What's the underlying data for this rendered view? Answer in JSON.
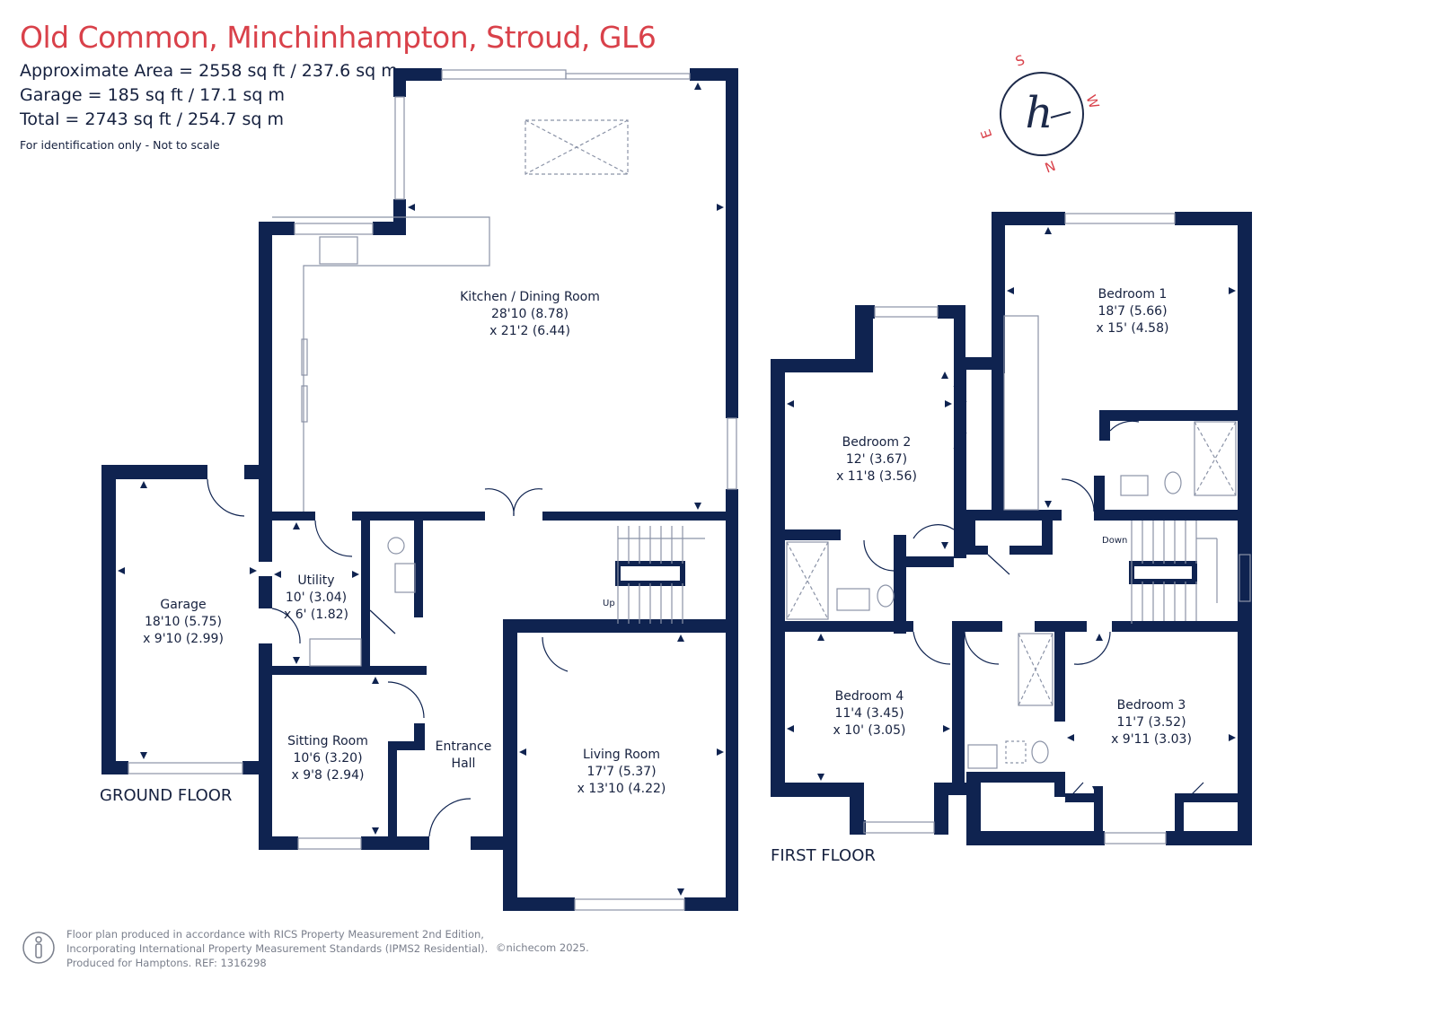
{
  "header": {
    "title": "Old Common, Minchinhampton, Stroud, GL6",
    "approx_area": "Approximate Area = 2558 sq ft / 237.6 sq m",
    "garage_area": "Garage = 185 sq ft / 17.1 sq m",
    "total_area": "Total = 2743 sq ft / 254.7 sq m",
    "note": "For identification only - Not to scale"
  },
  "compass": {
    "letters": {
      "s": "S",
      "w": "W",
      "n": "N",
      "e": "E"
    },
    "logo": "h"
  },
  "ground_floor": {
    "label": "GROUND FLOOR",
    "rooms": {
      "kitchen": {
        "name": "Kitchen / Dining Room",
        "dim1": "28'10 (8.78)",
        "dim2": "x 21'2 (6.44)"
      },
      "garage": {
        "name": "Garage",
        "dim1": "18'10 (5.75)",
        "dim2": "x 9'10 (2.99)"
      },
      "utility": {
        "name": "Utility",
        "dim1": "10' (3.04)",
        "dim2": "x 6' (1.82)"
      },
      "sitting": {
        "name": "Sitting Room",
        "dim1": "10'6 (3.20)",
        "dim2": "x 9'8 (2.94)"
      },
      "hall": {
        "name": "Entrance",
        "name2": "Hall"
      },
      "living": {
        "name": "Living Room",
        "dim1": "17'7 (5.37)",
        "dim2": "x 13'10 (4.22)"
      }
    },
    "stairs_label": "Up"
  },
  "first_floor": {
    "label": "FIRST FLOOR",
    "rooms": {
      "bed1": {
        "name": "Bedroom 1",
        "dim1": "18'7 (5.66)",
        "dim2": "x 15' (4.58)"
      },
      "bed2": {
        "name": "Bedroom 2",
        "dim1": "12' (3.67)",
        "dim2": "x 11'8 (3.56)"
      },
      "bed3": {
        "name": "Bedroom 3",
        "dim1": "11'7 (3.52)",
        "dim2": "x 9'11 (3.03)"
      },
      "bed4": {
        "name": "Bedroom 4",
        "dim1": "11'4 (3.45)",
        "dim2": "x 10' (3.05)"
      }
    },
    "stairs_label": "Down"
  },
  "footer": {
    "line1": "Floor plan produced in accordance with RICS Property Measurement 2nd Edition,",
    "line2": "Incorporating International Property Measurement Standards (IPMS2 Residential).",
    "line3": "Produced for Hamptons.  REF: 1316298",
    "copyright": "©nichecom 2025."
  },
  "colors": {
    "wall": "#0f2350",
    "title": "#d9414a",
    "compass": "#d9414a"
  }
}
